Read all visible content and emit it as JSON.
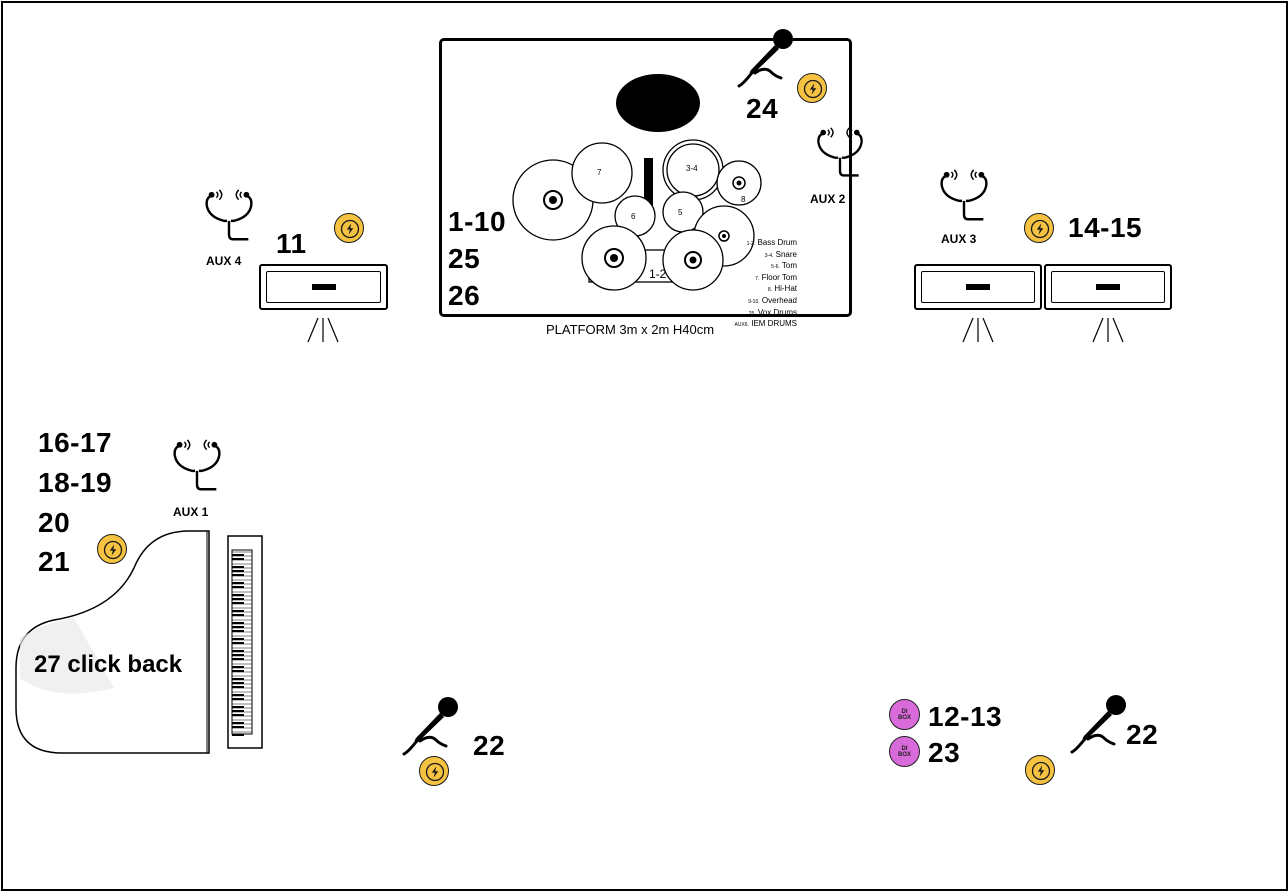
{
  "labels": {
    "drums_ch": "1-10",
    "ch25": "25",
    "ch26": "26",
    "ch24": "24",
    "ch11": "11",
    "ch14_15": "14-15",
    "ch16_17": "16-17",
    "ch18_19": "18-19",
    "ch20": "20",
    "ch21": "21",
    "ch22_left": "22",
    "ch22_right": "22",
    "ch12_13": "12-13",
    "ch23": "23",
    "piano": "27 click back"
  },
  "aux": {
    "aux1": "AUX 1",
    "aux2": "AUX 2",
    "aux3": "AUX 3",
    "aux4": "AUX 4"
  },
  "platform": {
    "caption": "PLATFORM 3m x 2m H40cm"
  },
  "drum_numbers": {
    "d7": "7",
    "d34": "3-4",
    "d8": "8",
    "d6": "6",
    "d5": "5",
    "d12": "1-2"
  },
  "legend": [
    {
      "num": "1-2.",
      "name": "Bass Drum"
    },
    {
      "num": "3-4.",
      "name": "Snare"
    },
    {
      "num": "5-6.",
      "name": "Tom"
    },
    {
      "num": "7.",
      "name": "Floor Tom"
    },
    {
      "num": "8.",
      "name": "Hi-Hat"
    },
    {
      "num": "9-10.",
      "name": "Overhead"
    },
    {
      "num": "25.",
      "name": "Vox Drums"
    },
    {
      "num": "AUX6.",
      "name": "IEM DRUMS"
    }
  ],
  "di_box": {
    "line1": "DI",
    "line2": "BOX"
  },
  "icons": {
    "power": "power-outlet-icon",
    "mic": "microphone-icon",
    "iem": "in-ear-monitor-icon",
    "di": "di-box-icon",
    "amp": "wedge-monitor-icon",
    "piano": "grand-piano-icon",
    "drums": "drum-kit-icon"
  },
  "colors": {
    "power": "#f5c242",
    "di_box": "#d86ad9",
    "outline": "#000000"
  }
}
